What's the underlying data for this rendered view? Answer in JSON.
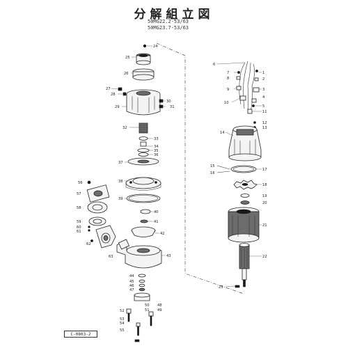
{
  "header": {
    "title": "分解組立図",
    "models": [
      "50MG22.2-53/63",
      "50MG23.7-53/63"
    ]
  },
  "footer": {
    "doc_no": "C-0803-2"
  },
  "callouts": {
    "left": [
      "24",
      "25",
      "26",
      "27",
      "28",
      "29",
      "30",
      "31",
      "32",
      "33",
      "34",
      "35",
      "36",
      "37",
      "38",
      "39",
      "40",
      "41",
      "42",
      "43",
      "44",
      "45",
      "46",
      "47",
      "48",
      "49",
      "50",
      "51",
      "52",
      "53",
      "54",
      "55",
      "56",
      "57",
      "58",
      "59",
      "60",
      "61",
      "62",
      "63"
    ],
    "right": [
      "1",
      "2",
      "3",
      "4",
      "5",
      "6",
      "7",
      "8",
      "9",
      "10",
      "11",
      "12",
      "13",
      "14",
      "15",
      "16",
      "17",
      "18",
      "19",
      "20",
      "21",
      "22",
      "23"
    ]
  }
}
